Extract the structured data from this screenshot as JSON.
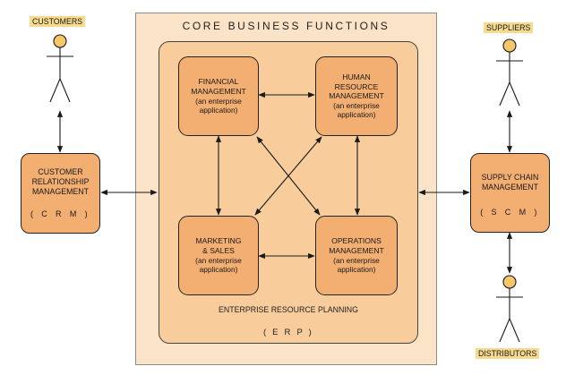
{
  "core": {
    "title": "CORE BUSINESS FUNCTIONS",
    "erp_name": "ENTERPRISE RESOURCE PLANNING",
    "erp_acronym": "( E R P )"
  },
  "modules": {
    "financial": {
      "line1": "FINANCIAL",
      "line2": "MANAGEMENT",
      "sub1": "(an enterprise",
      "sub2": "application)"
    },
    "human_resource": {
      "line1": "HUMAN",
      "line2": "RESOURCE",
      "line3": "MANAGEMENT",
      "sub1": "(an enterprise",
      "sub2": "application)"
    },
    "marketing": {
      "line1": "MARKETING",
      "line2": "& SALES",
      "sub1": "(an enterprise",
      "sub2": "application)"
    },
    "operations": {
      "line1": "OPERATIONS",
      "line2": "MANAGEMENT",
      "sub1": "(an enterprise",
      "sub2": "application)"
    }
  },
  "crm": {
    "line1": "CUSTOMER",
    "line2": "RELATIONSHIP",
    "line3": "MANAGEMENT",
    "acronym": "( C R M )"
  },
  "scm": {
    "line1": "SUPPLY CHAIN",
    "line2": "MANAGEMENT",
    "acronym": "( S C M )"
  },
  "actors": {
    "customers": "CUSTOMERS",
    "suppliers": "SUPPLIERS",
    "distributors": "DISTRIBUTORS"
  },
  "colors": {
    "outer_fill": "#fbe3c8",
    "inner_fill": "#f9cd9b",
    "box_fill": "#f3ae72",
    "actor_label_fill": "#f6da8e",
    "actor_head_fill": "#f6c66a"
  }
}
